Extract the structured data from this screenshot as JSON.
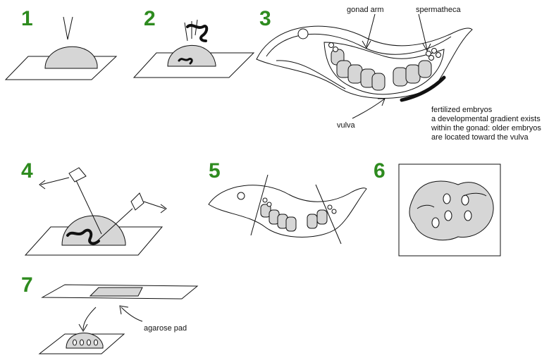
{
  "steps": [
    "1",
    "2",
    "3",
    "4",
    "5",
    "6",
    "7"
  ],
  "labels": {
    "gonad_arm": "gonad arm",
    "spermatheca": "spermatheca",
    "vulva": "vulva",
    "agarose_pad": "agarose pad"
  },
  "note": [
    "fertilized embryos",
    "a developmental gradient exists",
    "within the gonad:  older embryos",
    "are located toward the vulva"
  ],
  "colors": {
    "step_number": "#2e8b1f",
    "drop_fill": "#d6d6d6",
    "outline": "#111111"
  }
}
